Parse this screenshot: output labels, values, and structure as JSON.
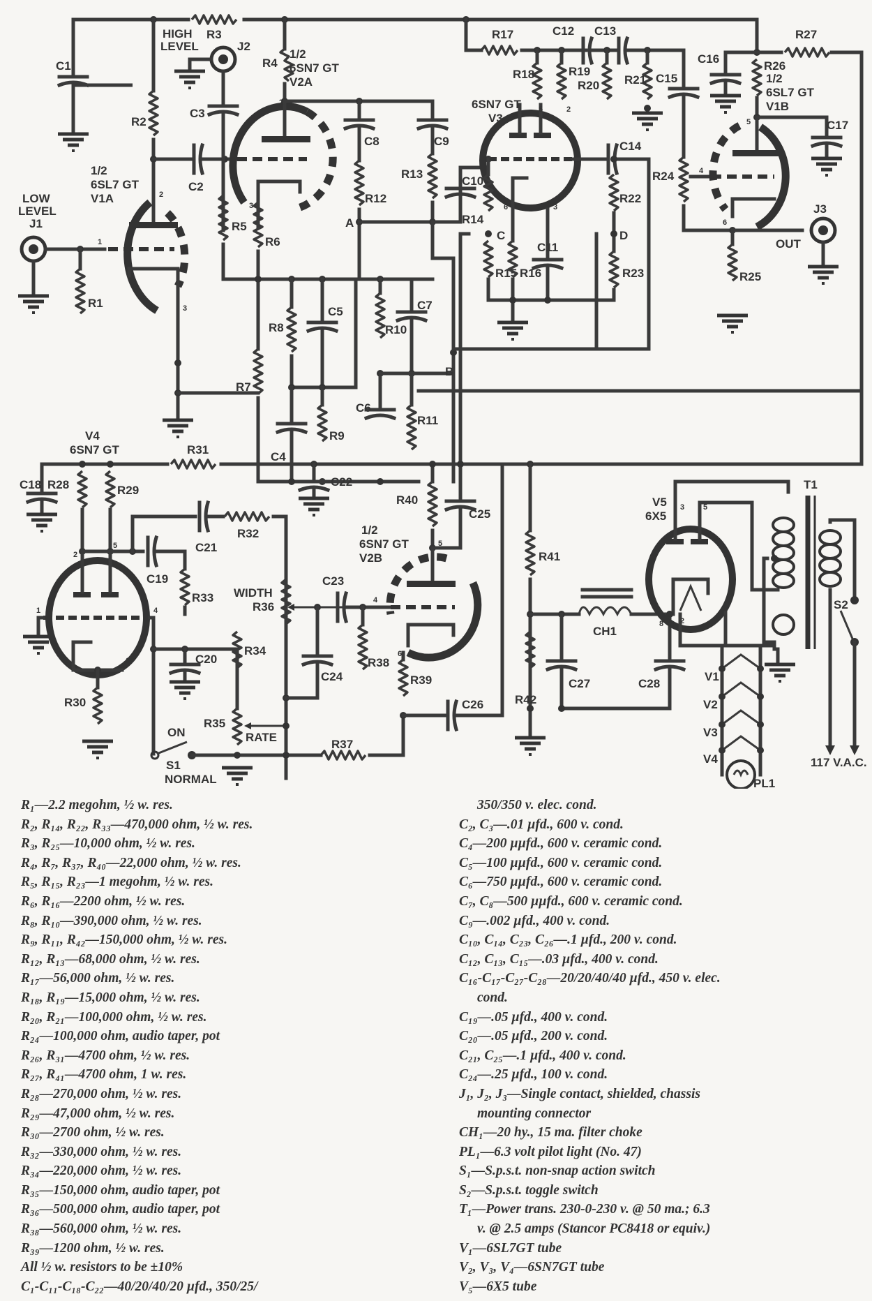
{
  "schematic": {
    "title": "Tube audio phaser / vibrato circuit schematic",
    "tube_labels": {
      "v1a": [
        "1/2",
        "6SL7 GT",
        "V1A"
      ],
      "v1b": [
        "1/2",
        "6SL7 GT",
        "V1B"
      ],
      "v2a": [
        "1/2",
        "6SN7 GT",
        "V2A"
      ],
      "v2b": [
        "1/2",
        "6SN7 GT",
        "V2B"
      ],
      "v3": [
        "6SN7 GT",
        "V3"
      ],
      "v4": [
        "V4",
        "6SN7 GT"
      ],
      "v5": [
        "V5",
        "6X5"
      ]
    },
    "jacks": {
      "j1": [
        "LOW",
        "LEVEL",
        "J1"
      ],
      "j2": [
        "HIGH",
        "LEVEL",
        "J2"
      ],
      "j3": [
        "J3",
        "OUT"
      ]
    },
    "nodes": [
      "A",
      "B",
      "C",
      "D"
    ],
    "controls": {
      "width": "WIDTH",
      "rate": "RATE",
      "switch_on": "ON",
      "switch_name": "S1",
      "switch_normal": "NORMAL",
      "s2": "S2",
      "mains": "117 V.A.C.",
      "transformer": "T1",
      "choke": "CH1",
      "pilot": "PL1"
    },
    "resistors": [
      "R1",
      "R2",
      "R3",
      "R4",
      "R5",
      "R6",
      "R7",
      "R8",
      "R9",
      "R10",
      "R11",
      "R12",
      "R13",
      "R14",
      "R15",
      "R16",
      "R17",
      "R18",
      "R19",
      "R20",
      "R21",
      "R22",
      "R23",
      "R24",
      "R25",
      "R26",
      "R27",
      "R28",
      "R29",
      "R30",
      "R31",
      "R32",
      "R33",
      "R34",
      "R35",
      "R36",
      "R37",
      "R38",
      "R39",
      "R40",
      "R41",
      "R42"
    ],
    "capacitors": [
      "C1",
      "C2",
      "C3",
      "C4",
      "C5",
      "C6",
      "C7",
      "C8",
      "C9",
      "C10",
      "C11",
      "C12",
      "C13",
      "C14",
      "C15",
      "C16",
      "C17",
      "C18",
      "C19",
      "C20",
      "C21",
      "C22",
      "C23",
      "C24",
      "C25",
      "C26",
      "C27",
      "C28"
    ],
    "heater_string": [
      "V1",
      "V2",
      "V3",
      "V4"
    ],
    "pin_labels": {
      "v1a": [
        "2",
        "1",
        "3"
      ],
      "v2a": [
        "2",
        "1",
        "3"
      ],
      "v3": [
        "5",
        "2",
        "4",
        "1",
        "6",
        "3"
      ],
      "v1b": [
        "5",
        "4",
        "6"
      ],
      "v4": [
        "2",
        "5",
        "1",
        "4",
        "3",
        "6"
      ],
      "v2b": [
        "5",
        "4",
        "6"
      ],
      "v5": [
        "3",
        "5",
        "8",
        "2",
        "7"
      ]
    }
  },
  "parts_list": {
    "left": [
      {
        "text": "R₁—2.2 megohm, ½ w. res."
      },
      {
        "text": "R₂, R₁₄, R₂₂, R₃₃—470,000 ohm, ½ w. res."
      },
      {
        "text": "R₃, R₂₅—10,000 ohm, ½ w. res."
      },
      {
        "text": "R₄, R₇, R₃₇, R₄₀—22,000 ohm, ½ w. res."
      },
      {
        "text": "R₅, R₁₅, R₂₃—1 megohm, ½ w. res."
      },
      {
        "text": "R₆, R₁₆—2200 ohm, ½ w. res."
      },
      {
        "text": "R₈, R₁₀—390,000 ohm, ½ w. res."
      },
      {
        "text": "R₉, R₁₁, R₄₂—150,000 ohm, ½ w. res."
      },
      {
        "text": "R₁₂, R₁₃—68,000 ohm, ½ w. res."
      },
      {
        "text": "R₁₇—56,000 ohm, ½ w. res."
      },
      {
        "text": "R₁₈, R₁₉—15,000 ohm, ½ w. res."
      },
      {
        "text": "R₂₀, R₂₁—100,000 ohm, ½ w. res."
      },
      {
        "text": "R₂₄—100,000 ohm, audio taper, pot"
      },
      {
        "text": "R₂₆, R₃₁—4700 ohm, ½ w. res."
      },
      {
        "text": "R₂₇, R₄₁—4700 ohm, 1 w. res."
      },
      {
        "text": "R₂₈—270,000 ohm, ½ w. res."
      },
      {
        "text": "R₂₉—47,000 ohm, ½ w. res."
      },
      {
        "text": "R₃₀—2700 ohm, ½ w. res."
      },
      {
        "text": "R₃₂—330,000 ohm, ½ w. res."
      },
      {
        "text": "R₃₄—220,000 ohm, ½ w. res."
      },
      {
        "text": "R₃₅—150,000 ohm, audio taper, pot"
      },
      {
        "text": "R₃₆—500,000 ohm, audio taper, pot"
      },
      {
        "text": "R₃₈—560,000 ohm, ½ w. res."
      },
      {
        "text": "R₃₉—1200 ohm, ½ w. res."
      },
      {
        "text": "All ½ w. resistors to be ±10%"
      },
      {
        "text": "C₁-C₁₁-C₁₈-C₂₂—40/20/40/20  µfd.,  350/25/"
      }
    ],
    "right": [
      {
        "text": "350/350 v. elec. cond.",
        "cont": true
      },
      {
        "text": "C₂, C₃—.01 µfd., 600 v. cond."
      },
      {
        "text": "C₄—200 µµfd., 600 v. ceramic cond."
      },
      {
        "text": "C₅—100 µµfd., 600 v. ceramic cond."
      },
      {
        "text": "C₆—750 µµfd., 600 v. ceramic cond."
      },
      {
        "text": "C₇, C₈—500 µµfd., 600 v. ceramic cond."
      },
      {
        "text": "C₉—.002 µfd., 400 v. cond."
      },
      {
        "text": "C₁₀, C₁₄, C₂₃, C₂₆—.1 µfd., 200 v. cond."
      },
      {
        "text": "C₁₂, C₁₃, C₁₅—.03 µfd., 400 v. cond."
      },
      {
        "text": "C₁₆-C₁₇-C₂₇-C₂₈—20/20/40/40 µfd., 450 v. elec."
      },
      {
        "text": "cond.",
        "cont": true
      },
      {
        "text": "C₁₉—.05 µfd., 400 v. cond."
      },
      {
        "text": "C₂₀—.05 µfd., 200 v. cond."
      },
      {
        "text": "C₂₁, C₂₅—.1 µfd., 400 v. cond."
      },
      {
        "text": "C₂₄—.25 µfd., 100 v. cond."
      },
      {
        "text": "J₁, J₂, J₃—Single contact, shielded, chassis"
      },
      {
        "text": "mounting connector",
        "cont": true
      },
      {
        "text": "CH₁—20 hy., 15 ma. filter choke"
      },
      {
        "text": "PL₁—6.3 volt pilot light (No. 47)"
      },
      {
        "text": "S₁—S.p.s.t. non-snap action switch"
      },
      {
        "text": "S₂—S.p.s.t. toggle switch"
      },
      {
        "text": "T₁—Power trans. 230-0-230 v. @ 50 ma.; 6.3"
      },
      {
        "text": "v. @ 2.5 amps (Stancor PC8418 or equiv.)",
        "cont": true
      },
      {
        "text": "V₁—6SL7GT tube"
      },
      {
        "text": "V₂, V₃, V₄—6SN7GT tube"
      },
      {
        "text": "V₅—6X5 tube"
      }
    ]
  },
  "colors": {
    "paper": "#f7f6f3",
    "ink": "#333333"
  }
}
